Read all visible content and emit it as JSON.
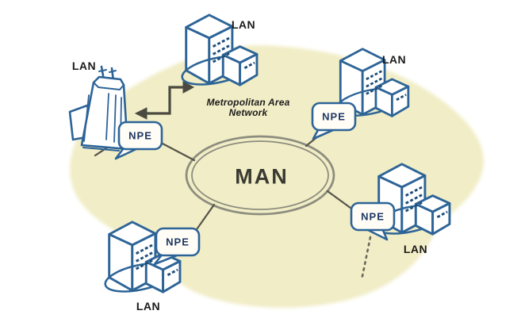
{
  "colors": {
    "page_bg": "#ffffff",
    "blob_fill": "#f1edc6",
    "building_stroke": "#2d6497",
    "building_fill": "#ffffff",
    "vent_color": "#1f4e79",
    "ring_stroke": "#8d8d7f",
    "line_color": "#55544a",
    "arrow_color": "#4a4a40",
    "npe_fill": "#fffdf6",
    "npe_text": "#1f3864",
    "label_text": "#1b1b1b",
    "man_text": "#3a3a32"
  },
  "ring": {
    "label": "MAN"
  },
  "area": {
    "label_line1": "Metropolitan Area",
    "label_line2": "Network"
  },
  "lans": {
    "top": "LAN",
    "left": "LAN",
    "right": "LAN",
    "bottom_left": "LAN",
    "bottom_right": "LAN"
  },
  "npes": {
    "left": "NPE",
    "right": "NPE",
    "bottom_left": "NPE",
    "bottom_right": "NPE"
  }
}
